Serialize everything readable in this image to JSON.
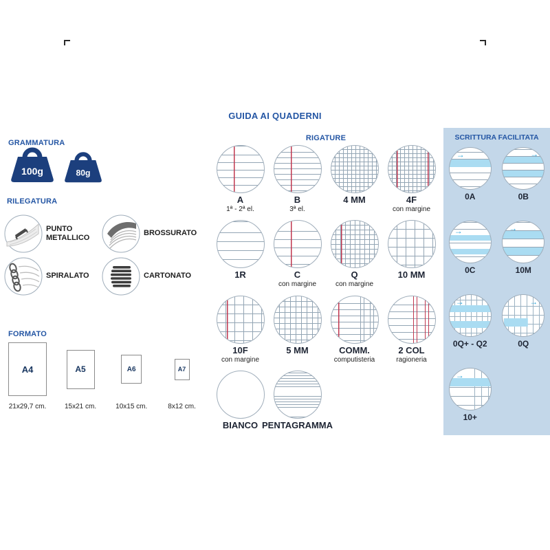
{
  "title": "GUIDA AI QUADERNI",
  "grammatura": {
    "label": "GRAMMATURA",
    "weights": [
      {
        "label": "100g",
        "icon": "weight-100-icon"
      },
      {
        "label": "80g",
        "icon": "weight-80-icon"
      }
    ]
  },
  "rilegatura": {
    "label": "RILEGATURA",
    "items": [
      {
        "label": "PUNTO METALLICO",
        "icon": "staple-binding-icon"
      },
      {
        "label": "BROSSURATO",
        "icon": "glued-binding-icon"
      },
      {
        "label": "SPIRALATO",
        "icon": "spiral-binding-icon"
      },
      {
        "label": "CARTONATO",
        "icon": "hardcover-binding-icon"
      }
    ]
  },
  "formato": {
    "label": "FORMATO",
    "sizes": [
      {
        "name": "A4",
        "dimensions": "21x29,7 cm."
      },
      {
        "name": "A5",
        "dimensions": "15x21 cm."
      },
      {
        "name": "A6",
        "dimensions": "10x15 cm."
      },
      {
        "name": "A7",
        "dimensions": "8x12 cm."
      }
    ]
  },
  "rigature": {
    "label": "RIGATURE",
    "items": [
      {
        "name": "A",
        "sub": "1ª - 2ª el.",
        "pattern": "lines-a"
      },
      {
        "name": "B",
        "sub": "3ª el.",
        "pattern": "lines-b"
      },
      {
        "name": "4 MM",
        "sub": "",
        "pattern": "grid-4mm"
      },
      {
        "name": "4F",
        "sub": "con margine",
        "pattern": "grid-4f"
      },
      {
        "name": "1R",
        "sub": "",
        "pattern": "lines-1r"
      },
      {
        "name": "C",
        "sub": "con margine",
        "pattern": "lines-c"
      },
      {
        "name": "Q",
        "sub": "con margine",
        "pattern": "grid-q"
      },
      {
        "name": "10 MM",
        "sub": "",
        "pattern": "grid-10mm"
      },
      {
        "name": "10F",
        "sub": "con margine",
        "pattern": "grid-10f"
      },
      {
        "name": "5 MM",
        "sub": "",
        "pattern": "grid-5mm"
      },
      {
        "name": "COMM.",
        "sub": "computisteria",
        "pattern": "comm"
      },
      {
        "name": "2 COL",
        "sub": "ragioneria",
        "pattern": "2col"
      },
      {
        "name": "BIANCO",
        "sub": "",
        "pattern": "blank"
      },
      {
        "name": "PENTAGRAMMA",
        "sub": "",
        "pattern": "penta"
      }
    ]
  },
  "scrittura_facilitata": {
    "label": "SCRITTURA FACILITATA",
    "items": [
      {
        "name": "0A",
        "pattern": "fac-0a"
      },
      {
        "name": "0B",
        "pattern": "fac-0b"
      },
      {
        "name": "0C",
        "pattern": "fac-0c"
      },
      {
        "name": "10M",
        "pattern": "fac-10m"
      },
      {
        "name": "0Q+ - Q2",
        "pattern": "fac-0q2"
      },
      {
        "name": "0Q",
        "pattern": "fac-0q"
      },
      {
        "name": "10+",
        "pattern": "fac-10plus"
      }
    ]
  },
  "colors": {
    "heading_blue": "#2456a4",
    "weight_navy": "#1c3f7d",
    "panel_blue": "#c3d7e9",
    "ruled_line_gray": "#93a5b4",
    "margin_red": "#c0374f",
    "facilitata_highlight": "#aadcf2",
    "facilitata_arrow": "#2aa3d8"
  }
}
